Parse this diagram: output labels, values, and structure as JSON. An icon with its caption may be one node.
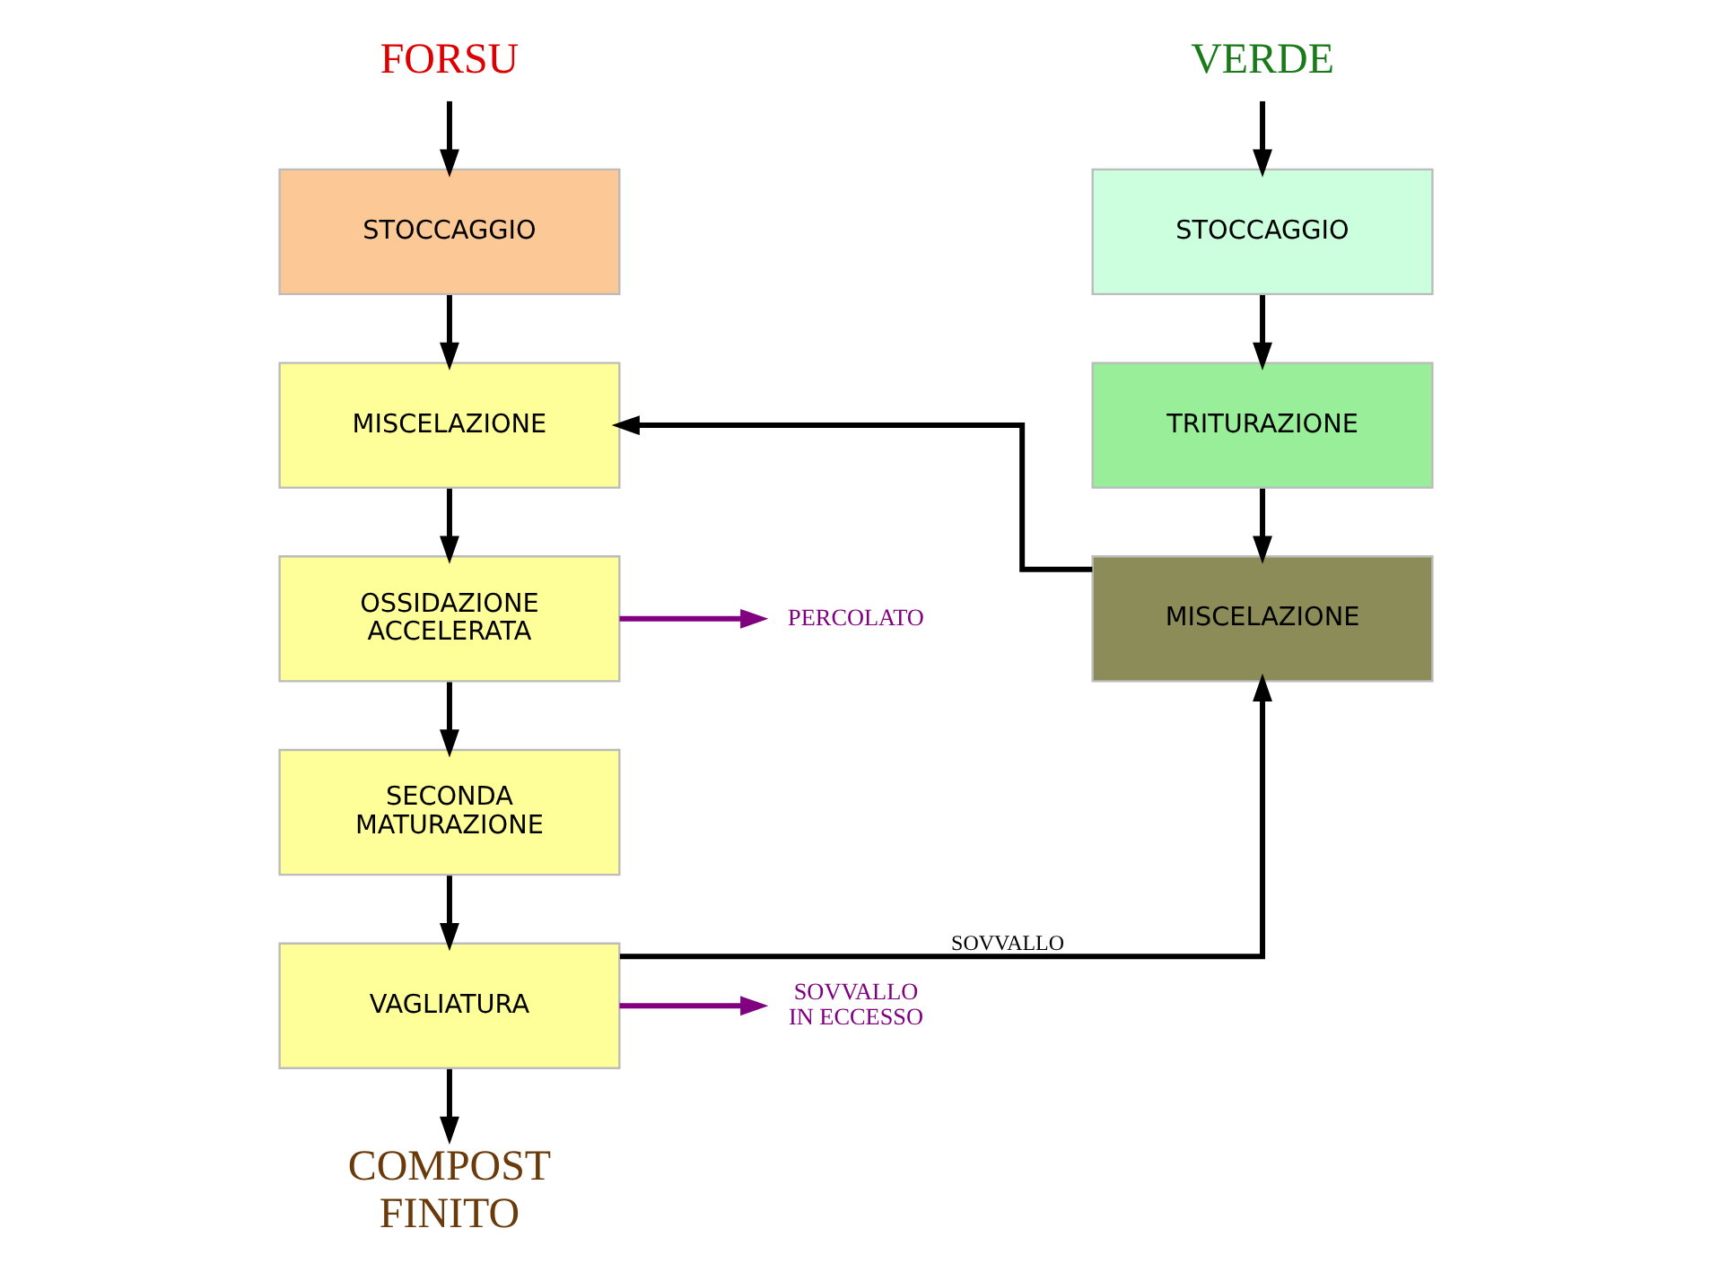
{
  "diagram": {
    "nodes": [
      {
        "text": [
          "FORSU"
        ]
      },
      {
        "text": [
          "STOCCAGGIO"
        ]
      },
      {
        "text": [
          "MISCELAZIONE"
        ]
      },
      {
        "text": [
          "OSSIDAZIONE ACCELERATA"
        ]
      },
      {
        "text": [
          "SECONDA MATURAZIONE"
        ]
      },
      {
        "text": [
          "VAGLIATURA"
        ]
      },
      {
        "text": [
          "COMPOST FINITO"
        ]
      },
      {
        "text": [
          "VERDE"
        ]
      },
      {
        "text": [
          "STOCCAGGIO"
        ]
      },
      {
        "text": [
          "TRITURAZIONE"
        ]
      },
      {
        "text": [
          "MISCELAZIONE"
        ]
      },
      {
        "text": [
          "PERCOLATO"
        ]
      },
      {
        "text": [
          "SOVVALLO IN ECCESSO"
        ]
      }
    ],
    "edges": [
      {
        "from": 0,
        "to": 1,
        "arrow": "to"
      },
      {
        "from": 1,
        "to": 2,
        "arrow": "to"
      },
      {
        "from": 2,
        "to": 3,
        "arrow": "to"
      },
      {
        "from": 3,
        "to": 4,
        "arrow": "to"
      },
      {
        "from": 4,
        "to": 5,
        "arrow": "to"
      },
      {
        "from": 5,
        "to": 6,
        "arrow": "to"
      },
      {
        "from": 7,
        "to": 8,
        "arrow": "to"
      },
      {
        "from": 8,
        "to": 9,
        "arrow": "to"
      },
      {
        "from": 9,
        "to": 10,
        "arrow": "to"
      },
      {
        "from": 10,
        "to": 2,
        "arrow": "to"
      },
      {
        "from": 3,
        "to": 11,
        "arrow": "to",
        "color": "#800080"
      },
      {
        "from": 5,
        "to": 10,
        "arrow": "to",
        "label": "SOVVALLO"
      },
      {
        "from": 5,
        "to": 12,
        "arrow": "to",
        "color": "#800080"
      }
    ]
  }
}
